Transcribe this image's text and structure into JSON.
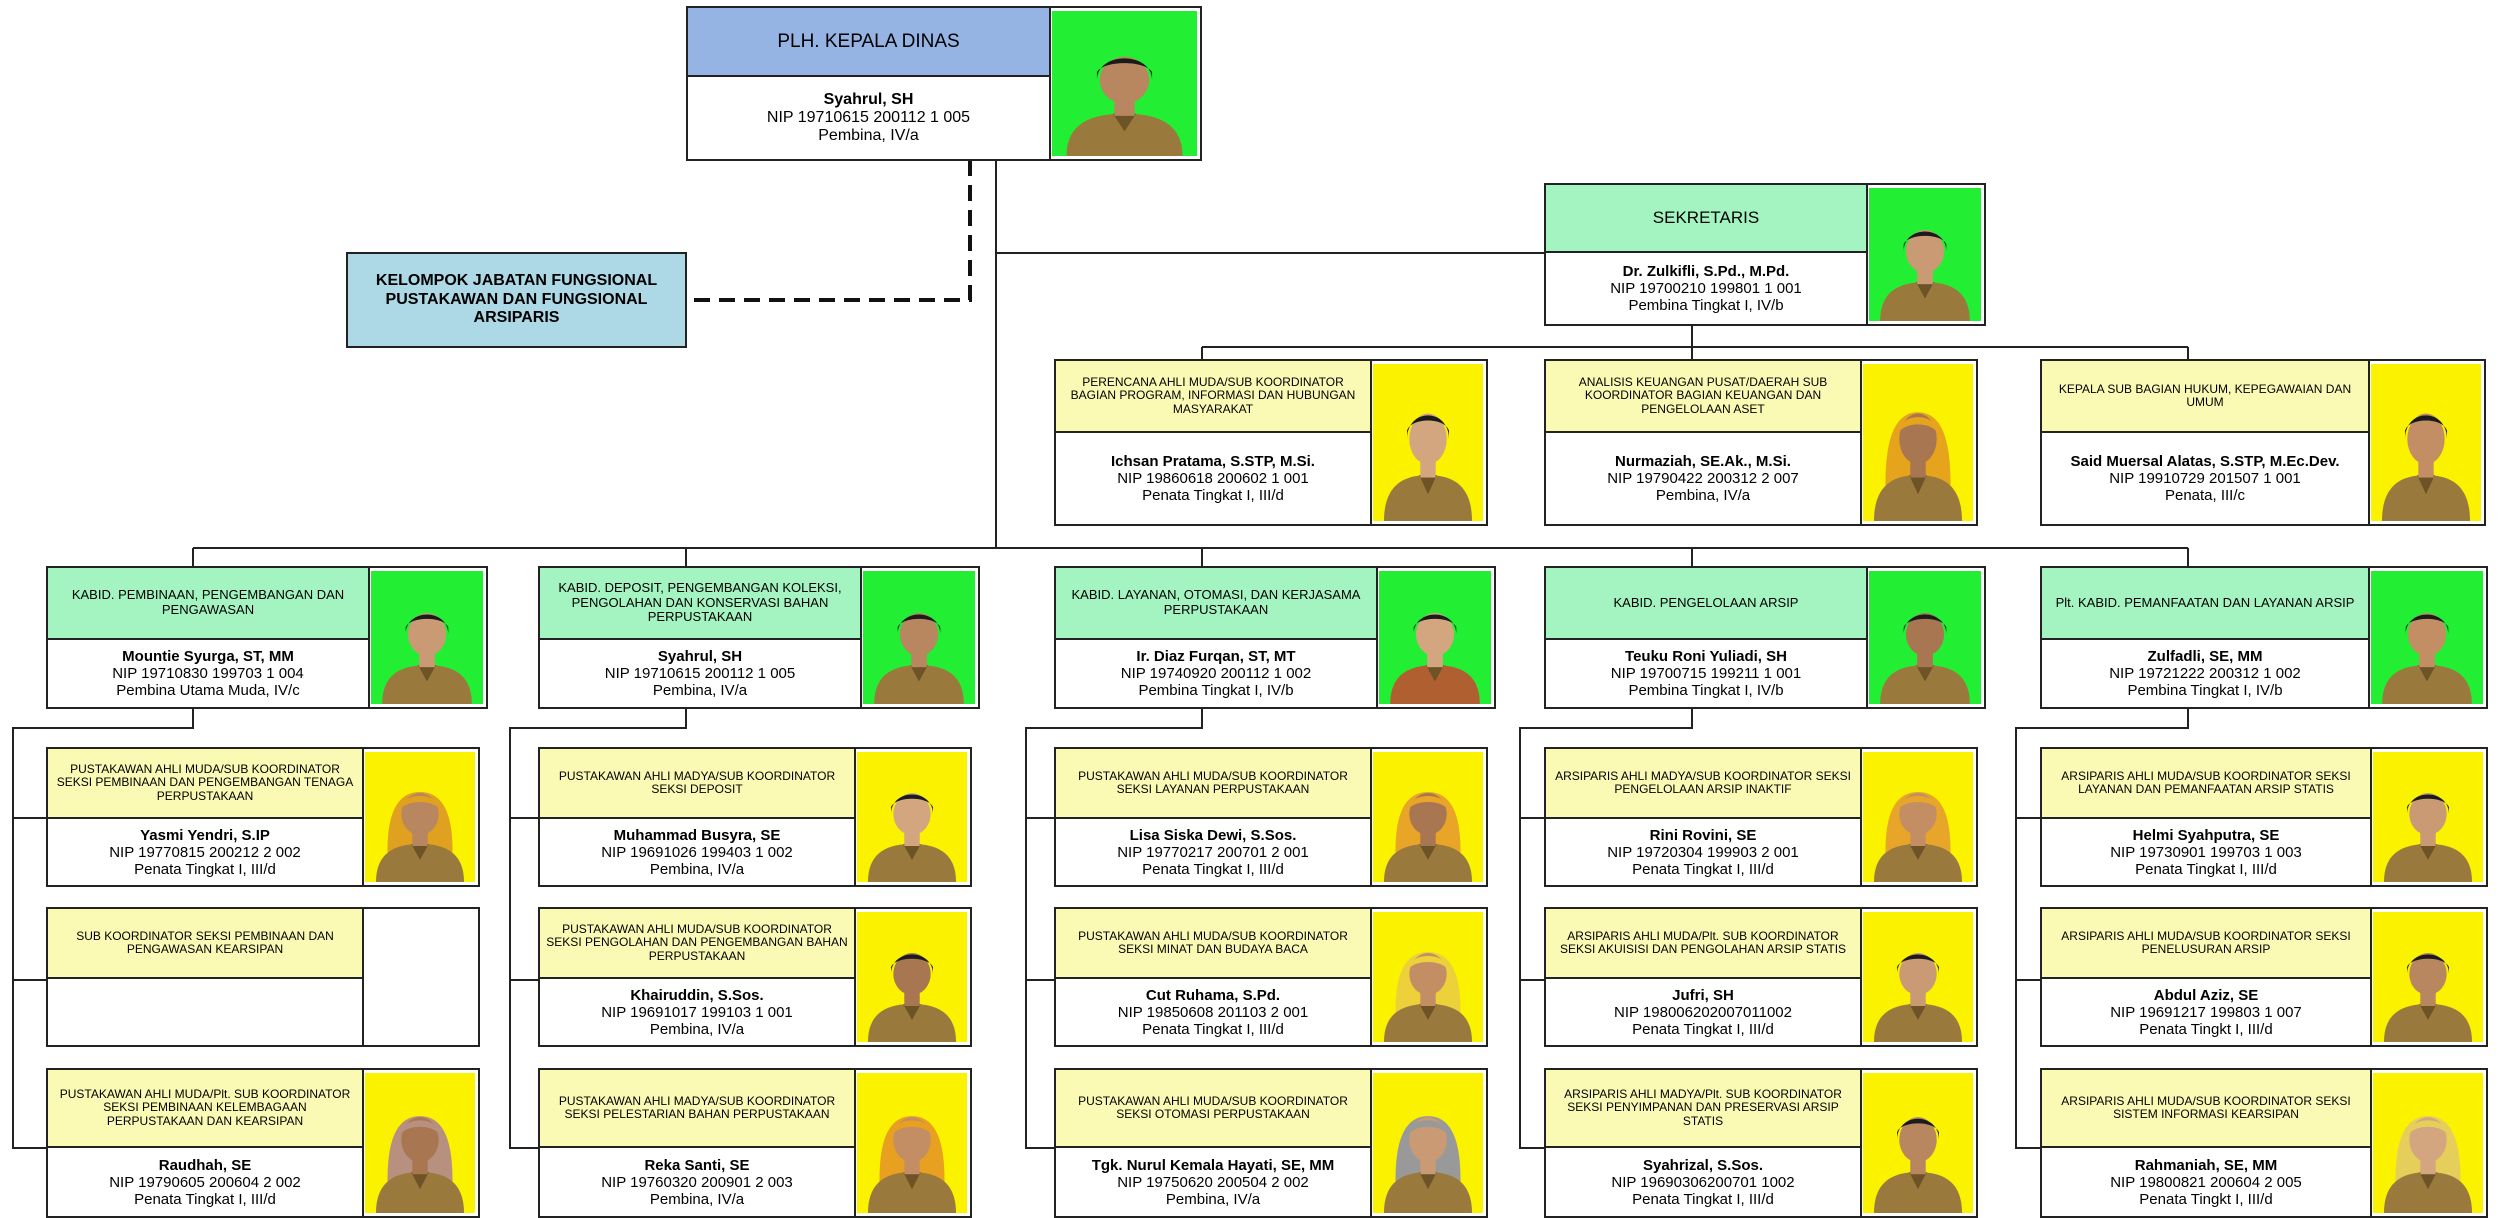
{
  "head": {
    "title": "PLH. KEPALA DINAS",
    "name": "Syahrul, SH",
    "nip": "NIP 19710615 200112 1 005",
    "rank": "Pembina, IV/a"
  },
  "fungsional": {
    "line1": "KELOMPOK JABATAN FUNGSIONAL",
    "line2": "PUSTAKAWAN DAN FUNGSIONAL ARSIPARIS"
  },
  "sekretaris": {
    "title": "SEKRETARIS",
    "name": "Dr. Zulkifli, S.Pd., M.Pd.",
    "nip": "NIP 19700210 199801 1 001",
    "rank": "Pembina Tingkat I, IV/b"
  },
  "subbag": [
    {
      "title": "PERENCANA AHLI MUDA/SUB KOORDINATOR BAGIAN PROGRAM, INFORMASI DAN HUBUNGAN MASYARAKAT",
      "name": "Ichsan Pratama, S.STP, M.Si.",
      "nip": "NIP 19860618 200602 1 001",
      "rank": "Penata Tingkat I, III/d"
    },
    {
      "title": "ANALISIS KEUANGAN PUSAT/DAERAH SUB KOORDINATOR BAGIAN KEUANGAN DAN PENGELOLAAN ASET",
      "name": "Nurmaziah, SE.Ak., M.Si.",
      "nip": "NIP 19790422 200312 2 007",
      "rank": "Pembina, IV/a"
    },
    {
      "title": "KEPALA SUB BAGIAN HUKUM, KEPEGAWAIAN DAN UMUM",
      "name": "Said Muersal Alatas, S.STP, M.Ec.Dev.",
      "nip": "NIP 19910729 201507 1 001",
      "rank": "Penata, III/c"
    }
  ],
  "bidang": [
    {
      "head": {
        "title": "KABID. PEMBINAAN, PENGEMBANGAN DAN PENGAWASAN",
        "name": "Mountie Syurga, ST, MM",
        "nip": "NIP 19710830 199703 1 004",
        "rank": "Pembina Utama Muda, IV/c"
      },
      "staff": [
        {
          "title": "PUSTAKAWAN AHLI MUDA/SUB KOORDINATOR SEKSI PEMBINAAN DAN PENGEMBANGAN TENAGA PERPUSTAKAAN",
          "name": "Yasmi Yendri, S.IP",
          "nip": "NIP 19770815 200212 2 002",
          "rank": "Penata Tingkat I, III/d"
        },
        {
          "title": "SUB KOORDINATOR SEKSI PEMBINAAN DAN PENGAWASAN KEARSIPAN",
          "name": "",
          "nip": "",
          "rank": ""
        },
        {
          "title": "PUSTAKAWAN AHLI MUDA/Plt. SUB KOORDINATOR SEKSI PEMBINAAN KELEMBAGAAN PERPUSTAKAAN DAN KEARSIPAN",
          "name": "Raudhah, SE",
          "nip": "NIP 19790605 200604 2 002",
          "rank": "Penata Tingkat I, III/d"
        }
      ]
    },
    {
      "head": {
        "title": "KABID. DEPOSIT, PENGEMBANGAN KOLEKSI, PENGOLAHAN DAN KONSERVASI BAHAN PERPUSTAKAAN",
        "name": "Syahrul, SH",
        "nip": "NIP 19710615 200112 1 005",
        "rank": "Pembina, IV/a"
      },
      "staff": [
        {
          "title": "PUSTAKAWAN AHLI MADYA/SUB KOORDINATOR SEKSI DEPOSIT",
          "name": "Muhammad Busyra, SE",
          "nip": "NIP 19691026 199403 1 002",
          "rank": "Pembina, IV/a"
        },
        {
          "title": "PUSTAKAWAN AHLI MUDA/SUB KOORDINATOR SEKSI PENGOLAHAN DAN PENGEMBANGAN BAHAN PERPUSTAKAAN",
          "name": "Khairuddin, S.Sos.",
          "nip": "NIP 19691017 199103 1 001",
          "rank": "Pembina, IV/a"
        },
        {
          "title": "PUSTAKAWAN AHLI MADYA/SUB KOORDINATOR SEKSI PELESTARIAN BAHAN PERPUSTAKAAN",
          "name": "Reka Santi, SE",
          "nip": "NIP 19760320 200901 2 003",
          "rank": "Pembina, IV/a"
        }
      ]
    },
    {
      "head": {
        "title": "KABID. LAYANAN, OTOMASI, DAN KERJASAMA PERPUSTAKAAN",
        "name": "Ir. Diaz Furqan, ST, MT",
        "nip": "NIP 19740920 200112 1 002",
        "rank": "Pembina Tingkat I, IV/b"
      },
      "staff": [
        {
          "title": "PUSTAKAWAN AHLI MUDA/SUB KOORDINATOR SEKSI LAYANAN PERPUSTAKAAN",
          "name": "Lisa Siska Dewi, S.Sos.",
          "nip": "NIP 19770217 200701 2 001",
          "rank": "Penata Tingkat I, III/d"
        },
        {
          "title": "PUSTAKAWAN AHLI MUDA/SUB KOORDINATOR SEKSI MINAT DAN BUDAYA BACA",
          "name": "Cut Ruhama, S.Pd.",
          "nip": "NIP 19850608 201103 2 001",
          "rank": "Penata Tingkat I, III/d"
        },
        {
          "title": "PUSTAKAWAN AHLI MUDA/SUB KOORDINATOR SEKSI OTOMASI PERPUSTAKAAN",
          "name": "Tgk. Nurul Kemala Hayati, SE, MM",
          "nip": "NIP 19750620 200504 2 002",
          "rank": "Pembina, IV/a"
        }
      ]
    },
    {
      "head": {
        "title": "KABID. PENGELOLAAN ARSIP",
        "name": "Teuku Roni Yuliadi, SH",
        "nip": "NIP 19700715 199211 1 001",
        "rank": "Pembina Tingkat I, IV/b"
      },
      "staff": [
        {
          "title": "ARSIPARIS AHLI MADYA/SUB KOORDINATOR SEKSI PENGELOLAAN ARSIP INAKTIF",
          "name": "Rini Rovini, SE",
          "nip": "NIP 19720304 199903 2 001",
          "rank": "Penata Tingkat I, III/d"
        },
        {
          "title": "ARSIPARIS AHLI MUDA/Plt. SUB KOORDINATOR SEKSI AKUISISI DAN PENGOLAHAN ARSIP STATIS",
          "name": "Jufri, SH",
          "nip": "NIP 198006202007011002",
          "rank": "Penata Tingkat I, III/d"
        },
        {
          "title": "ARSIPARIS AHLI MADYA/Plt. SUB KOORDINATOR SEKSI PENYIMPANAN DAN PRESERVASI ARSIP STATIS",
          "name": "Syahrizal, S.Sos.",
          "nip": "NIP 19690306200701 1002",
          "rank": "Penata Tingkat I, III/d"
        }
      ]
    },
    {
      "head": {
        "title": "Plt. KABID. PEMANFAATAN DAN LAYANAN ARSIP",
        "name": "Zulfadli, SE, MM",
        "nip": "NIP 19721222 200312 1 002",
        "rank": "Pembina Tingkat I, IV/b"
      },
      "staff": [
        {
          "title": "ARSIPARIS AHLI MUDA/SUB KOORDINATOR SEKSI LAYANAN DAN PEMANFAATAN ARSIP STATIS",
          "name": "Helmi Syahputra, SE",
          "nip": "NIP 19730901 199703 1 003",
          "rank": "Penata Tingkat I, III/d"
        },
        {
          "title": "ARSIPARIS AHLI MUDA/SUB KOORDINATOR SEKSI PENELUSURAN ARSIP",
          "name": "Abdul Aziz, SE",
          "nip": "NIP 19691217 199803 1 007",
          "rank": "Penata Tingkt I, III/d"
        },
        {
          "title": "ARSIPARIS AHLI MUDA/SUB KOORDINATOR SEKSI SISTEM INFORMASI KEARSIPAN",
          "name": "Rahmaniah, SE, MM",
          "nip": "NIP 19800821 200604 2 005",
          "rank": "Penata Tingkt I, III/d"
        }
      ]
    }
  ],
  "colors": {
    "head": "#95b3e3",
    "kabid": "#a4f4c1",
    "staff": "#fafab4",
    "green_bg": "#22ee33",
    "yellow_bg": "#fbf200",
    "fungsional": "#add8e6"
  }
}
